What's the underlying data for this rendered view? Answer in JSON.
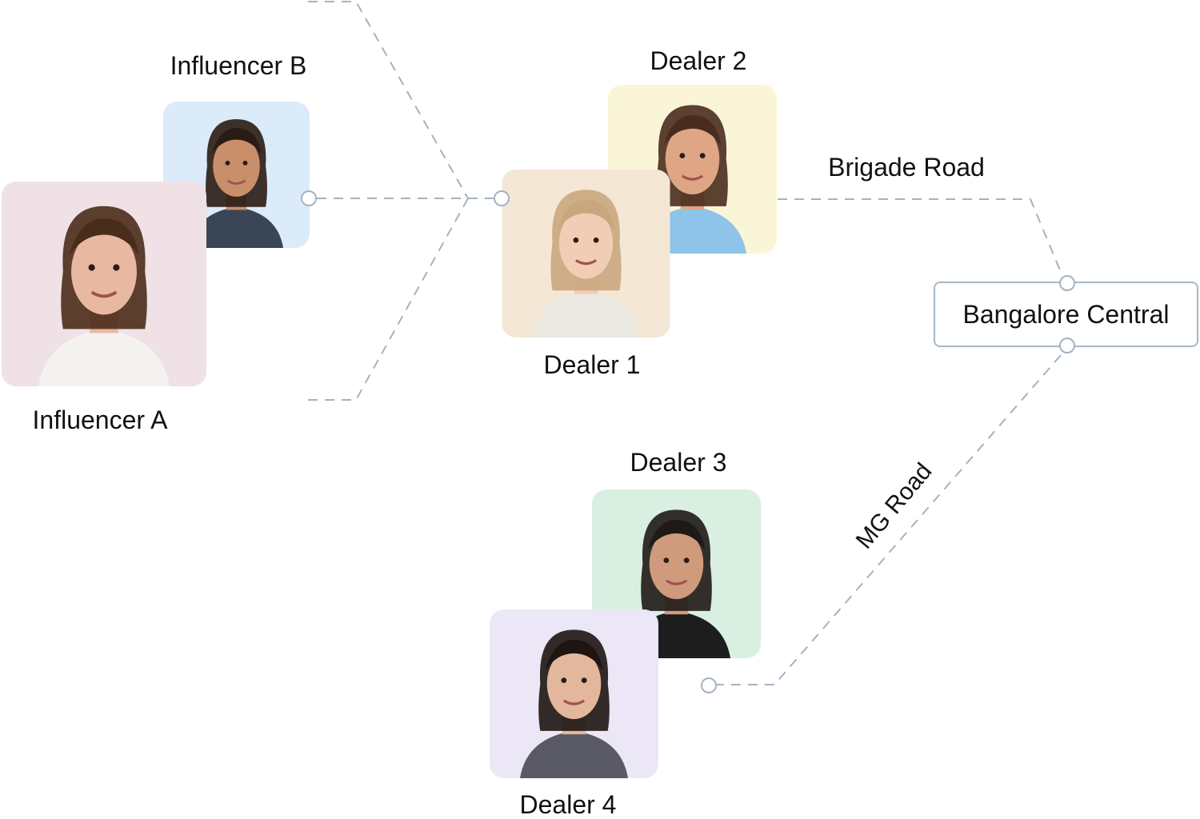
{
  "nodes": {
    "influencer_b": {
      "label": "Influencer B",
      "bg": "#dcebfa",
      "skin": "#c98f6a",
      "hair": "#2a1c14",
      "shirt": "#3a4656"
    },
    "influencer_a": {
      "label": "Influencer A",
      "bg": "#f0e1e6",
      "skin": "#e8b9a0",
      "hair": "#4a2c1a",
      "shirt": "#f4f2ee"
    },
    "dealer_1": {
      "label": "Dealer 1",
      "bg": "#f5e7d6",
      "skin": "#f0cdb4",
      "hair": "#c9a77e",
      "shirt": "#ece8e2"
    },
    "dealer_2": {
      "label": "Dealer 2",
      "bg": "#fbf5d8",
      "skin": "#dea684",
      "hair": "#4a2c1e",
      "shirt": "#8ec3ea"
    },
    "dealer_3": {
      "label": "Dealer 3",
      "bg": "#d9efe2",
      "skin": "#d09b7c",
      "hair": "#1f1a17",
      "shirt": "#1d1d1d"
    },
    "dealer_4": {
      "label": "Dealer 4",
      "bg": "#ebe7f7",
      "skin": "#e2b79c",
      "hair": "#1e1512",
      "shirt": "#5a5a66"
    }
  },
  "hub": {
    "label": "Bangalore Central"
  },
  "routes": {
    "brigade": "Brigade Road",
    "mg": "MG Road"
  },
  "colors": {
    "connector": "#a3b3c2"
  }
}
